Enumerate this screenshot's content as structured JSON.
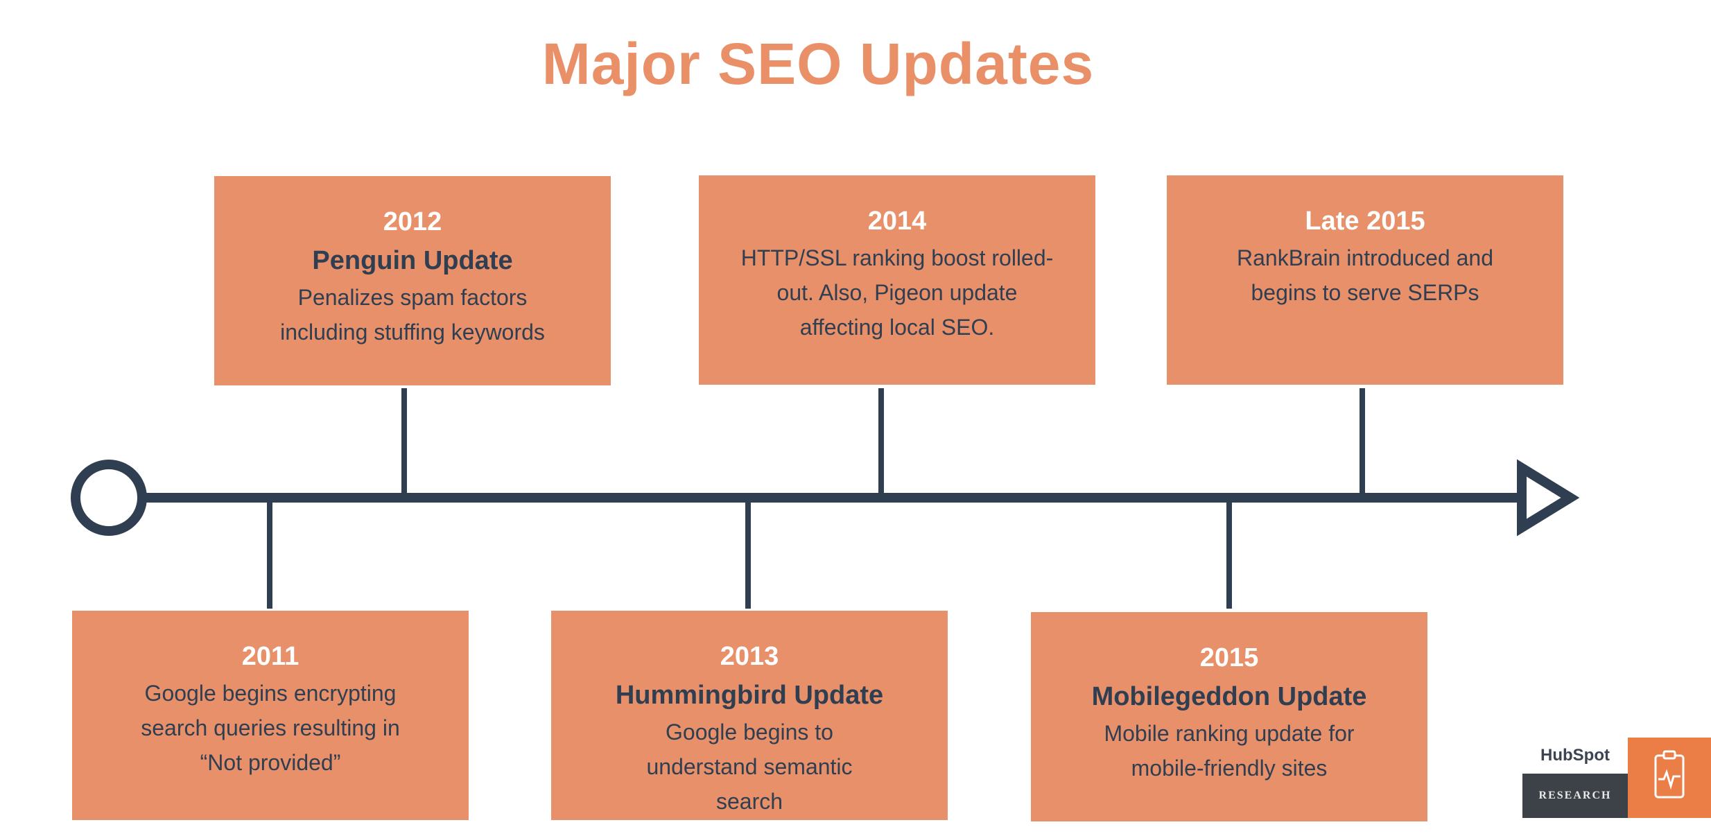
{
  "title": "Major SEO Updates",
  "events": [
    {
      "id": "2011",
      "year": "2011",
      "name": "",
      "desc": "Google begins encrypting search queries resulting in “Not provided”",
      "position": "below"
    },
    {
      "id": "2012",
      "year": "2012",
      "name": "Penguin Update",
      "desc": "Penalizes spam factors including stuffing keywords",
      "position": "above"
    },
    {
      "id": "2013",
      "year": "2013",
      "name": "Hummingbird Update",
      "desc": "Google begins to understand semantic search",
      "position": "below"
    },
    {
      "id": "2014",
      "year": "2014",
      "name": "",
      "desc": "HTTP/SSL ranking boost rolled-out. Also, Pigeon update affecting local SEO.",
      "position": "above"
    },
    {
      "id": "2015",
      "year": "2015",
      "name": "Mobilegeddon Update",
      "desc": "Mobile ranking update for mobile-friendly sites",
      "position": "below"
    },
    {
      "id": "late2015",
      "year": "Late 2015",
      "name": "",
      "desc": "RankBrain introduced and begins to serve SERPs",
      "position": "above"
    }
  ],
  "logo": {
    "brand": "HubSpot",
    "label": "RESEARCH",
    "icon": "clipboard-pulse-icon"
  },
  "colors": {
    "accent": "#E8906A",
    "title": "#EA9068",
    "line": "#2F3E50",
    "logo_tile": "#EA7E46",
    "logo_dark": "#3C4248"
  }
}
